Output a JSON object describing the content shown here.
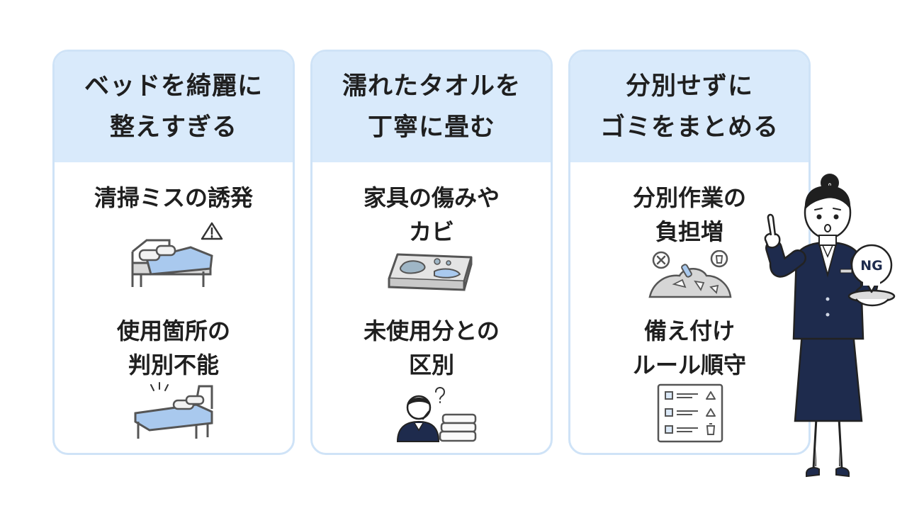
{
  "cards": [
    {
      "heading": [
        "ベッドを綺麗に",
        "整えすぎる"
      ],
      "points": [
        {
          "lines": [
            "清掃ミスの誘発"
          ],
          "icon": "bed-warning-icon"
        },
        {
          "lines": [
            "使用箇所の",
            "判別不能"
          ],
          "icon": "made-bed-icon"
        }
      ]
    },
    {
      "heading": [
        "濡れたタオルを",
        "丁寧に畳む"
      ],
      "points": [
        {
          "lines": [
            "家具の傷みや",
            "カビ"
          ],
          "icon": "moldy-furniture-icon"
        },
        {
          "lines": [
            "未使用分との",
            "区別"
          ],
          "icon": "confused-staff-towels-icon"
        }
      ]
    },
    {
      "heading": [
        "分別せずに",
        "ゴミをまとめる"
      ],
      "points": [
        {
          "lines": [
            "分別作業の",
            "負担増"
          ],
          "icon": "trash-pile-icon"
        },
        {
          "lines": [
            "備え付け",
            "ルール順守"
          ],
          "icon": "recycle-checklist-icon"
        }
      ]
    }
  ],
  "mascot": {
    "badge": "NG",
    "icon": "hotel-staff-pointing-icon"
  },
  "colors": {
    "header_bg": "#d9eafb",
    "card_border": "#cfe3f7",
    "uniform": "#1e2b4d",
    "accent_blue": "#9cc1e8"
  }
}
